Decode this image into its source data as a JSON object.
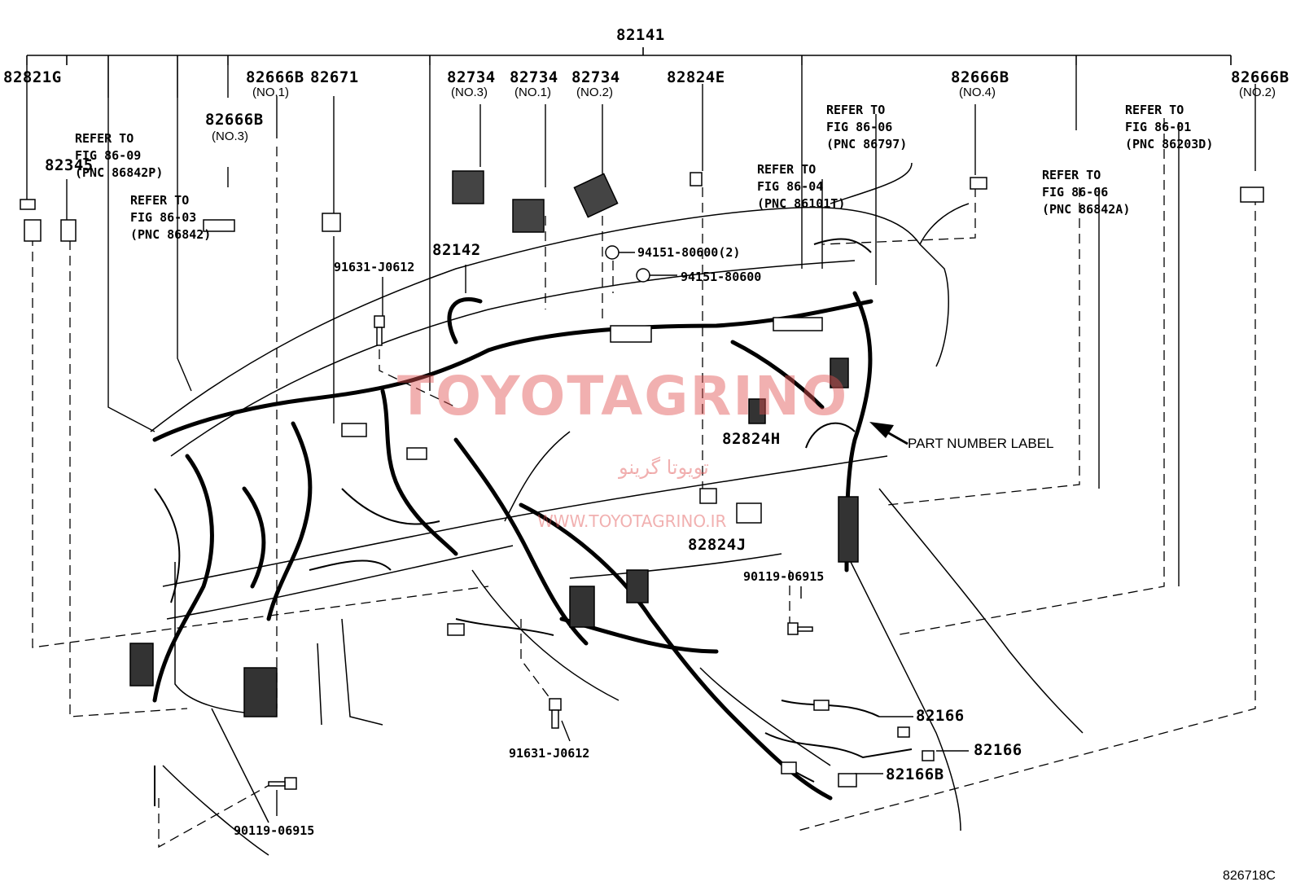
{
  "diagram_code": "826718C",
  "watermark": {
    "brand": "TOYOTAGRINO",
    "site": "WWW.TOYOTAGRINO.IR",
    "arabic": "تویوتا گرینو"
  },
  "labels": {
    "main_harness": "82141",
    "p82821g": "82821G",
    "p82345": "82345",
    "p82666b_no1": "82666B",
    "p82666b_no1_sub": "(NO.1)",
    "p82671": "82671",
    "p82666b_no3": "82666B",
    "p82666b_no3_sub": "(NO.3)",
    "p82734_no3": "82734",
    "p82734_no3_sub": "(NO.3)",
    "p82734_no1": "82734",
    "p82734_no1_sub": "(NO.1)",
    "p82734_no2": "82734",
    "p82734_no2_sub": "(NO.2)",
    "p82824e": "82824E",
    "p82666b_no4": "82666B",
    "p82666b_no4_sub": "(NO.4)",
    "p82666b_no2": "82666B",
    "p82666b_no2_sub": "(NO.2)",
    "p82142": "82142",
    "p91631_top": "91631-J0612",
    "p94151_2": "94151-80600(2)",
    "p94151": "94151-80600",
    "p82824h": "82824H",
    "p82824j": "82824J",
    "p90119_mid": "90119-06915",
    "p91631_bottom": "91631-J0612",
    "p90119_bottom": "90119-06915",
    "p82166_a": "82166",
    "p82166_b": "82166",
    "p82166b": "82166B",
    "part_number_label": "PART NUMBER LABEL"
  },
  "refer_notes": {
    "fig86_09": [
      "REFER TO",
      "FIG 86-09",
      "(PNC 86842P)"
    ],
    "fig86_03": [
      "REFER TO",
      "FIG 86-03",
      "(PNC 86842)"
    ],
    "fig86_04": [
      "REFER TO",
      "FIG 86-04",
      "(PNC 86101T)"
    ],
    "fig86_06a": [
      "REFER TO",
      "FIG 86-06",
      "(PNC 86797)"
    ],
    "fig86_06b": [
      "REFER TO",
      "FIG 86-06",
      "(PNC 86842A)"
    ],
    "fig86_01": [
      "REFER TO",
      "FIG 86-01",
      "(PNC 86203D)"
    ]
  }
}
